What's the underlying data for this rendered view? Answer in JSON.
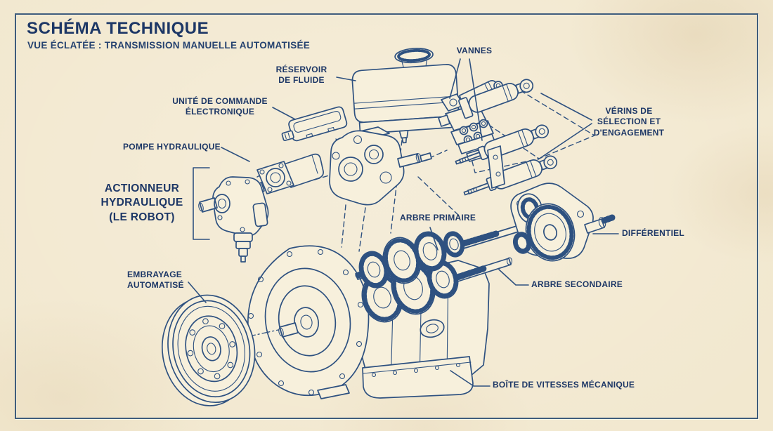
{
  "header": {
    "title": "SCHÉMA TECHNIQUE",
    "subtitle": "VUE ÉCLATÉE : TRANSMISSION MANUELLE AUTOMATISÉE"
  },
  "labels": {
    "reservoir": "RÉSERVOIR\nDE FLUIDE",
    "vannes": "VANNES",
    "ecu": "UNITÉ DE COMMANDE\nÉLECTRONIQUE",
    "pompe": "POMPE HYDRAULIQUE",
    "verins": "VÉRINS DE\nSÉLECTION ET\nD'ENGAGEMENT",
    "actionneur": "ACTIONNEUR\nHYDRAULIQUE\n(LE ROBOT)",
    "arbre_primaire": "ARBRE PRIMAIRE",
    "differentiel": "DIFFÉRENTIEL",
    "arbre_secondaire": "ARBRE SECONDAIRE",
    "embrayage": "EMBRAYAGE\nAUTOMATISÉ",
    "boite": "BOÎTE DE VITESSES MÉCANIQUE"
  },
  "colors": {
    "c-paper": "#f2e8cf",
    "c-fill": "#f7f0dc",
    "c-line": "#2e5180",
    "c-ink": "#1d3766",
    "c-frame": "#3f5d7d"
  }
}
